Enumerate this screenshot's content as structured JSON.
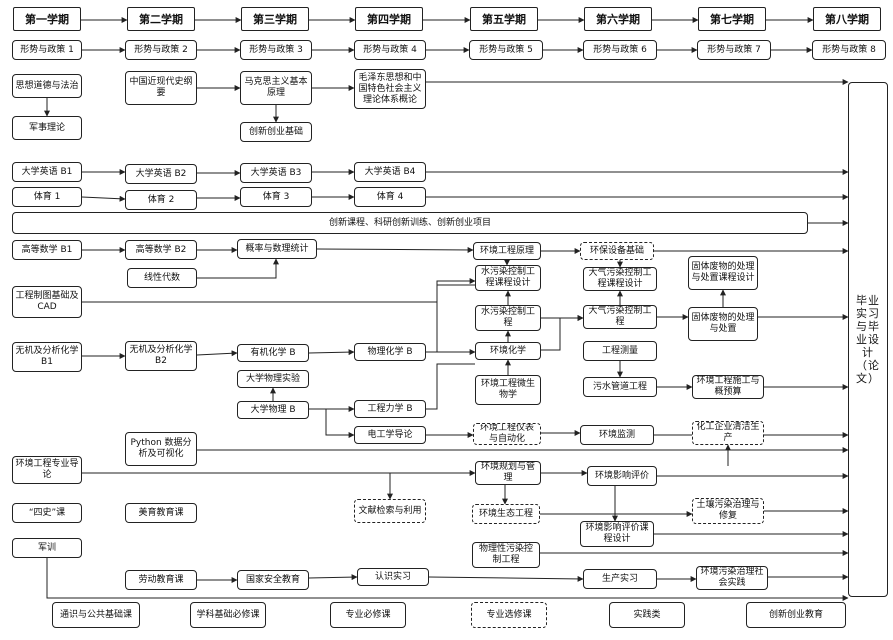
{
  "semesters": [
    "第一学期",
    "第二学期",
    "第三学期",
    "第四学期",
    "第五学期",
    "第六学期",
    "第七学期",
    "第八学期"
  ],
  "courses": {
    "xs1": "形势与政策 1",
    "xs2": "形势与政策 2",
    "xs3": "形势与政策 3",
    "xs4": "形势与政策 4",
    "xs5": "形势与政策 5",
    "xs6": "形势与政策 6",
    "xs7": "形势与政策 7",
    "xs8": "形势与政策 8",
    "sxdd": "思想道德与法治",
    "jsll": "军事理论",
    "zgjds": "中国近现代史纲要",
    "mkszy": "马克思主义基本原理",
    "cxcyjc": "创新创业基础",
    "mzdsx": "毛泽东思想和中国特色社会主义理论体系概论",
    "yy1": "大学英语 B1",
    "yy2": "大学英语 B2",
    "yy3": "大学英语 B3",
    "yy4": "大学英语 B4",
    "ty1": "体育 1",
    "ty2": "体育 2",
    "ty3": "体育 3",
    "ty4": "体育 4",
    "cxkc": "创新课程、科研创新训练、创新创业项目",
    "gs1": "高等数学 B1",
    "gs2": "高等数学 B2",
    "gltj": "概率与数理统计",
    "xxds": "线性代数",
    "hjgcyl": "环境工程原理",
    "hjsbjc": "环保设备基础",
    "gczt": "工程制图基础及 CAD",
    "swkcsj": "水污染控制工程课程设计",
    "dqkcsj": "大气污染控制工程课程设计",
    "gtfwkcsj": "固体废物的处理与处置课程设计",
    "swgc": "水污染控制工程",
    "dqgc": "大气污染控制工程",
    "gtfw": "固体废物的处理与处置",
    "wjfx1": "无机及分析化学 B1",
    "wjfx2": "无机及分析化学 B2",
    "yjhx": "有机化学 B",
    "wlhx": "物理化学 B",
    "hjhx": "环境化学",
    "gccl": "工程测量",
    "dxwlsy": "大学物理实验",
    "dxwl": "大学物理 B",
    "gclx": "工程力学 B",
    "hjgcwsw": "环境工程微生物学",
    "wsgdgc": "污水管道工程",
    "hjsgys": "环境工程施工与概预算",
    "dgdz": "电工学导论",
    "hjyqzdh": "环境工程仪表与自动化",
    "hjjc": "环境监测",
    "hggyqjsc": "化工企业清洁生产",
    "python": "Python 数据分析及可视化",
    "hjzydl": "环境工程专业导论",
    "hjghgl": "环境规划与管理",
    "hjyxpj": "环境影响评价",
    "sishi": "“四史”课",
    "meiyu": "美育教育课",
    "wxjs": "文献检索与利用",
    "hjstgc": "环境生态工程",
    "trwr": "土壤污染治理与修复",
    "hpkcsj": "环境影响评价课程设计",
    "junxun": "军训",
    "wlwr": "物理性污染控制工程",
    "laodong": "劳动教育课",
    "gjaq": "国家安全教育",
    "rssx": "认识实习",
    "scsx": "生产实习",
    "hjwrzlsh": "环境污染治理社会实践",
    "bysx": "毕业实习与毕业设计（论文）"
  },
  "legend": [
    "通识与公共基础课",
    "学科基础必修课",
    "专业必修课",
    "专业选修课",
    "实践类",
    "创新创业教育"
  ]
}
